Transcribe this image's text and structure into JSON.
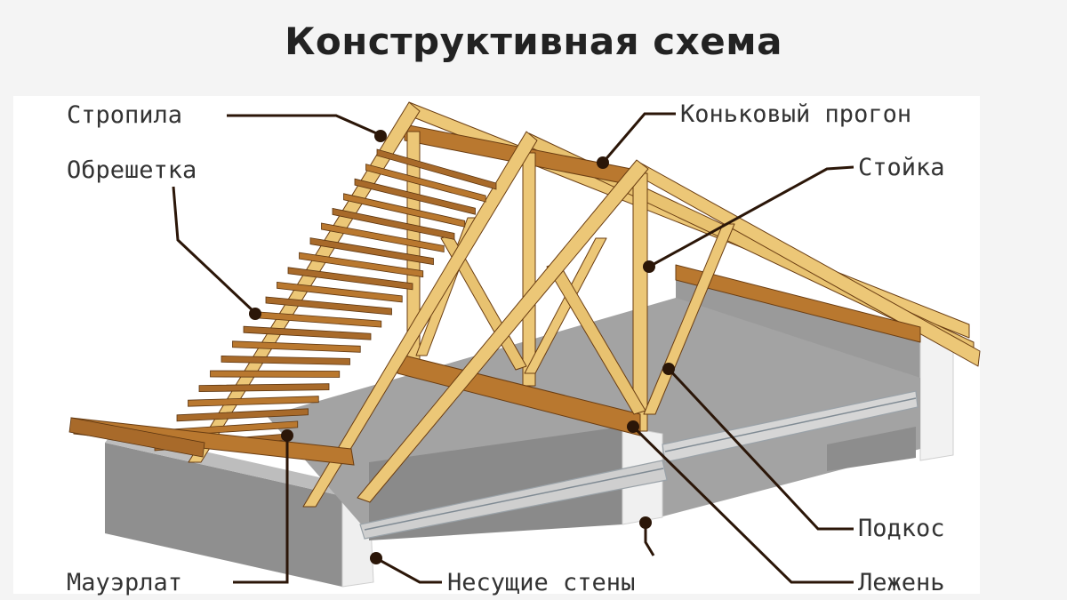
{
  "title": "Конструктивная схема",
  "labels": {
    "rafters": "Стропила",
    "lathing": "Обрешетка",
    "ridge_purlin": "Коньковый прогон",
    "post": "Стойка",
    "strut": "Подкос",
    "wall_plate": "Мауэрлат",
    "bearing_walls": "Несущие стены",
    "sill_beam": "Лежень"
  },
  "colors": {
    "timber_light": "#ecc777",
    "timber_dark": "#b9782f",
    "leader": "#2b1608",
    "concrete": "#8f8f8f",
    "slab": "#a3a3a3",
    "beam": "#cfcfcf",
    "wall_end": "#f2f2f2"
  }
}
